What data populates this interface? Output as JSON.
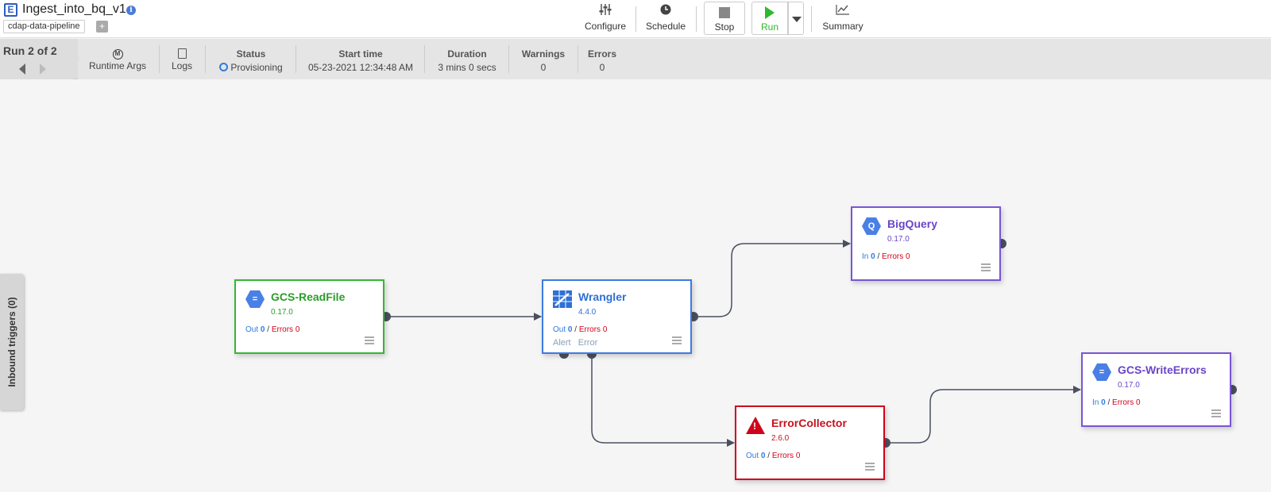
{
  "header": {
    "pipeline_name": "Ingest_into_bq_v1",
    "tag": "cdap-data-pipeline",
    "add_tag": "+",
    "info_glyph": "i",
    "logo_glyph": "E"
  },
  "toolbar": {
    "configure": "Configure",
    "schedule": "Schedule",
    "stop": "Stop",
    "run": "Run",
    "summary": "Summary"
  },
  "run_bar": {
    "run_count": "Run 2 of 2",
    "runtime_args": "Runtime Args",
    "runtime_args_glyph": "M",
    "logs": "Logs",
    "status_header": "Status",
    "status_value": "Provisioning",
    "start_time_header": "Start time",
    "start_time_value": "05-23-2021 12:34:48 AM",
    "duration_header": "Duration",
    "duration_value": "3 mins 0 secs",
    "warnings_header": "Warnings",
    "warnings_value": "0",
    "errors_header": "Errors",
    "errors_value": "0"
  },
  "inbound_triggers": "Inbound triggers (0)",
  "nodes": {
    "gcs_read": {
      "name": "GCS-ReadFile",
      "version": "0.17.0",
      "metric_label": "Out",
      "metric_value": "0",
      "errors_label": "Errors",
      "errors_value": "0",
      "separator": "/",
      "icon_glyph": "="
    },
    "wrangler": {
      "name": "Wrangler",
      "version": "4.4.0",
      "metric_label": "Out",
      "metric_value": "0",
      "errors_label": "Errors",
      "errors_value": "0",
      "separator": "/",
      "alert": "Alert",
      "error": "Error"
    },
    "bigquery": {
      "name": "BigQuery",
      "version": "0.17.0",
      "metric_label": "In",
      "metric_value": "0",
      "errors_label": "Errors",
      "errors_value": "0",
      "separator": "/",
      "icon_glyph": "Q"
    },
    "error_collector": {
      "name": "ErrorCollector",
      "version": "2.6.0",
      "metric_label": "Out",
      "metric_value": "0",
      "errors_label": "Errors",
      "errors_value": "0",
      "separator": "/",
      "icon_glyph": "!"
    },
    "gcs_write_errors": {
      "name": "GCS-WriteErrors",
      "version": "0.17.0",
      "metric_label": "In",
      "metric_value": "0",
      "errors_label": "Errors",
      "errors_value": "0",
      "separator": "/",
      "icon_glyph": "="
    }
  },
  "colors": {
    "source": "#33b833",
    "transform": "#3d7be0",
    "sink": "#7a54d6",
    "error": "#d0021b",
    "edge": "#4a5060"
  }
}
